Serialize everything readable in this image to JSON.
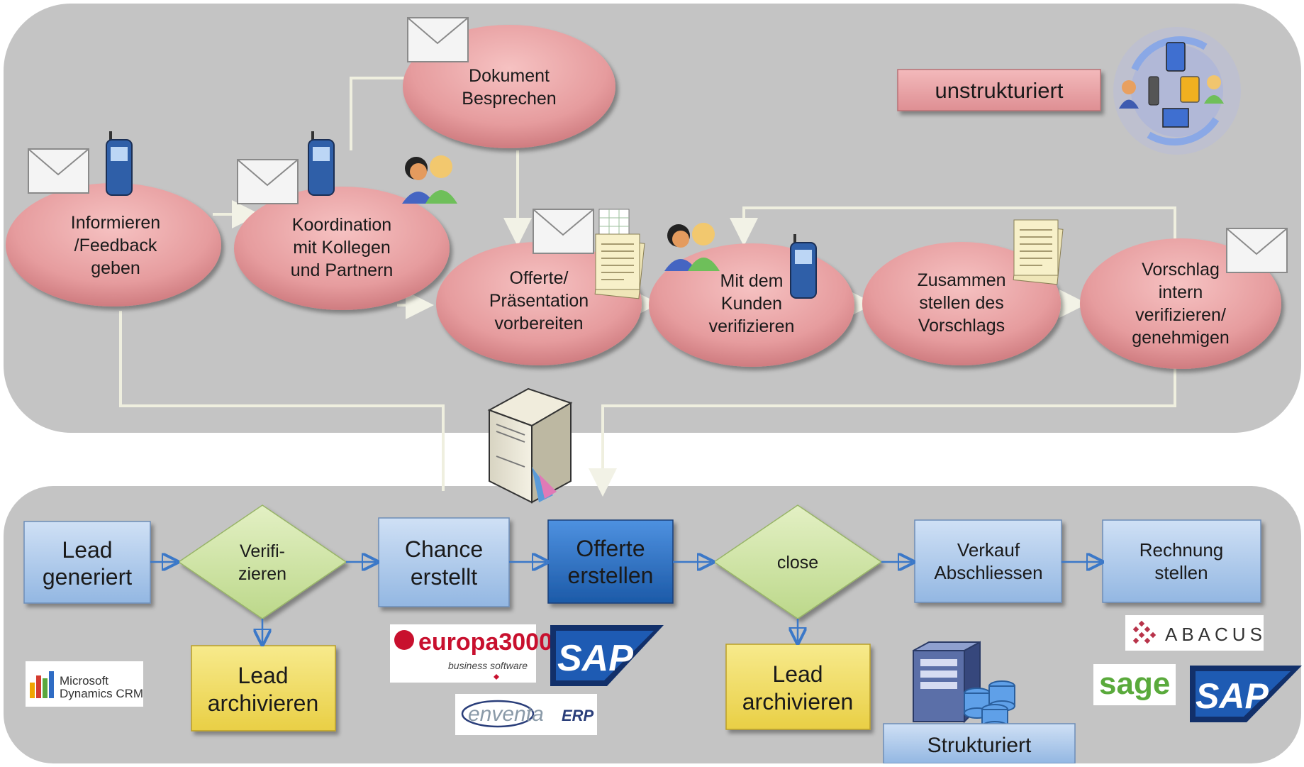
{
  "unstructured": {
    "label": "unstrukturiert",
    "steps": [
      {
        "id": "informieren",
        "lines": [
          "Informieren",
          "/Feedback",
          "geben"
        ]
      },
      {
        "id": "koordination",
        "lines": [
          "Koordination",
          "mit Kollegen",
          "und Partnern"
        ]
      },
      {
        "id": "dokument",
        "lines": [
          "Dokument",
          "Besprechen"
        ]
      },
      {
        "id": "offerte",
        "lines": [
          "Offerte/",
          "Präsentation",
          "vorbereiten"
        ]
      },
      {
        "id": "kunden",
        "lines": [
          "Mit dem",
          "Kunden",
          "verifizieren"
        ]
      },
      {
        "id": "zusammen",
        "lines": [
          "Zusammen",
          "stellen des",
          "Vorschlags"
        ]
      },
      {
        "id": "vorschlag",
        "lines": [
          "Vorschlag",
          "intern",
          "verifizieren/",
          "genehmigen"
        ]
      }
    ]
  },
  "structured": {
    "label": "Strukturiert",
    "process": [
      {
        "id": "lead-generiert",
        "lines": [
          "Lead",
          "generiert"
        ]
      },
      {
        "id": "verifizieren",
        "lines": [
          "Verifi-",
          "zieren"
        ]
      },
      {
        "id": "chance-erstellt",
        "lines": [
          "Chance",
          "erstellt"
        ]
      },
      {
        "id": "offerte-erstellen",
        "lines": [
          "Offerte",
          "erstellen"
        ]
      },
      {
        "id": "close",
        "lines": [
          "close"
        ]
      },
      {
        "id": "verkauf",
        "lines": [
          "Verkauf",
          "Abschliessen"
        ]
      },
      {
        "id": "rechnung",
        "lines": [
          "Rechnung",
          "stellen"
        ]
      }
    ],
    "archive": [
      {
        "id": "lead-archivieren-1",
        "lines": [
          "Lead",
          "archivieren"
        ]
      },
      {
        "id": "lead-archivieren-2",
        "lines": [
          "Lead",
          "archivieren"
        ]
      }
    ]
  },
  "logos": {
    "ms_crm": [
      "Microsoft",
      "Dynamics CRM"
    ],
    "europa3000": {
      "brand": "europa3000",
      "sub": "business software"
    },
    "sap": "SAP",
    "enventa": {
      "brand": "enventa",
      "sub": "ERP"
    },
    "abacus": "ABACUS",
    "sage": "sage"
  },
  "colors": {
    "panel": "#c2c2c2",
    "ellipse": "#e69c9e",
    "box_blue": "#a9c8eb",
    "box_blue_dark": "#2a6fc2",
    "diamond": "#cfe3a4",
    "box_yellow": "#f2de6a",
    "connector": "#ececd8",
    "arrow_blue": "#3b78c8"
  }
}
